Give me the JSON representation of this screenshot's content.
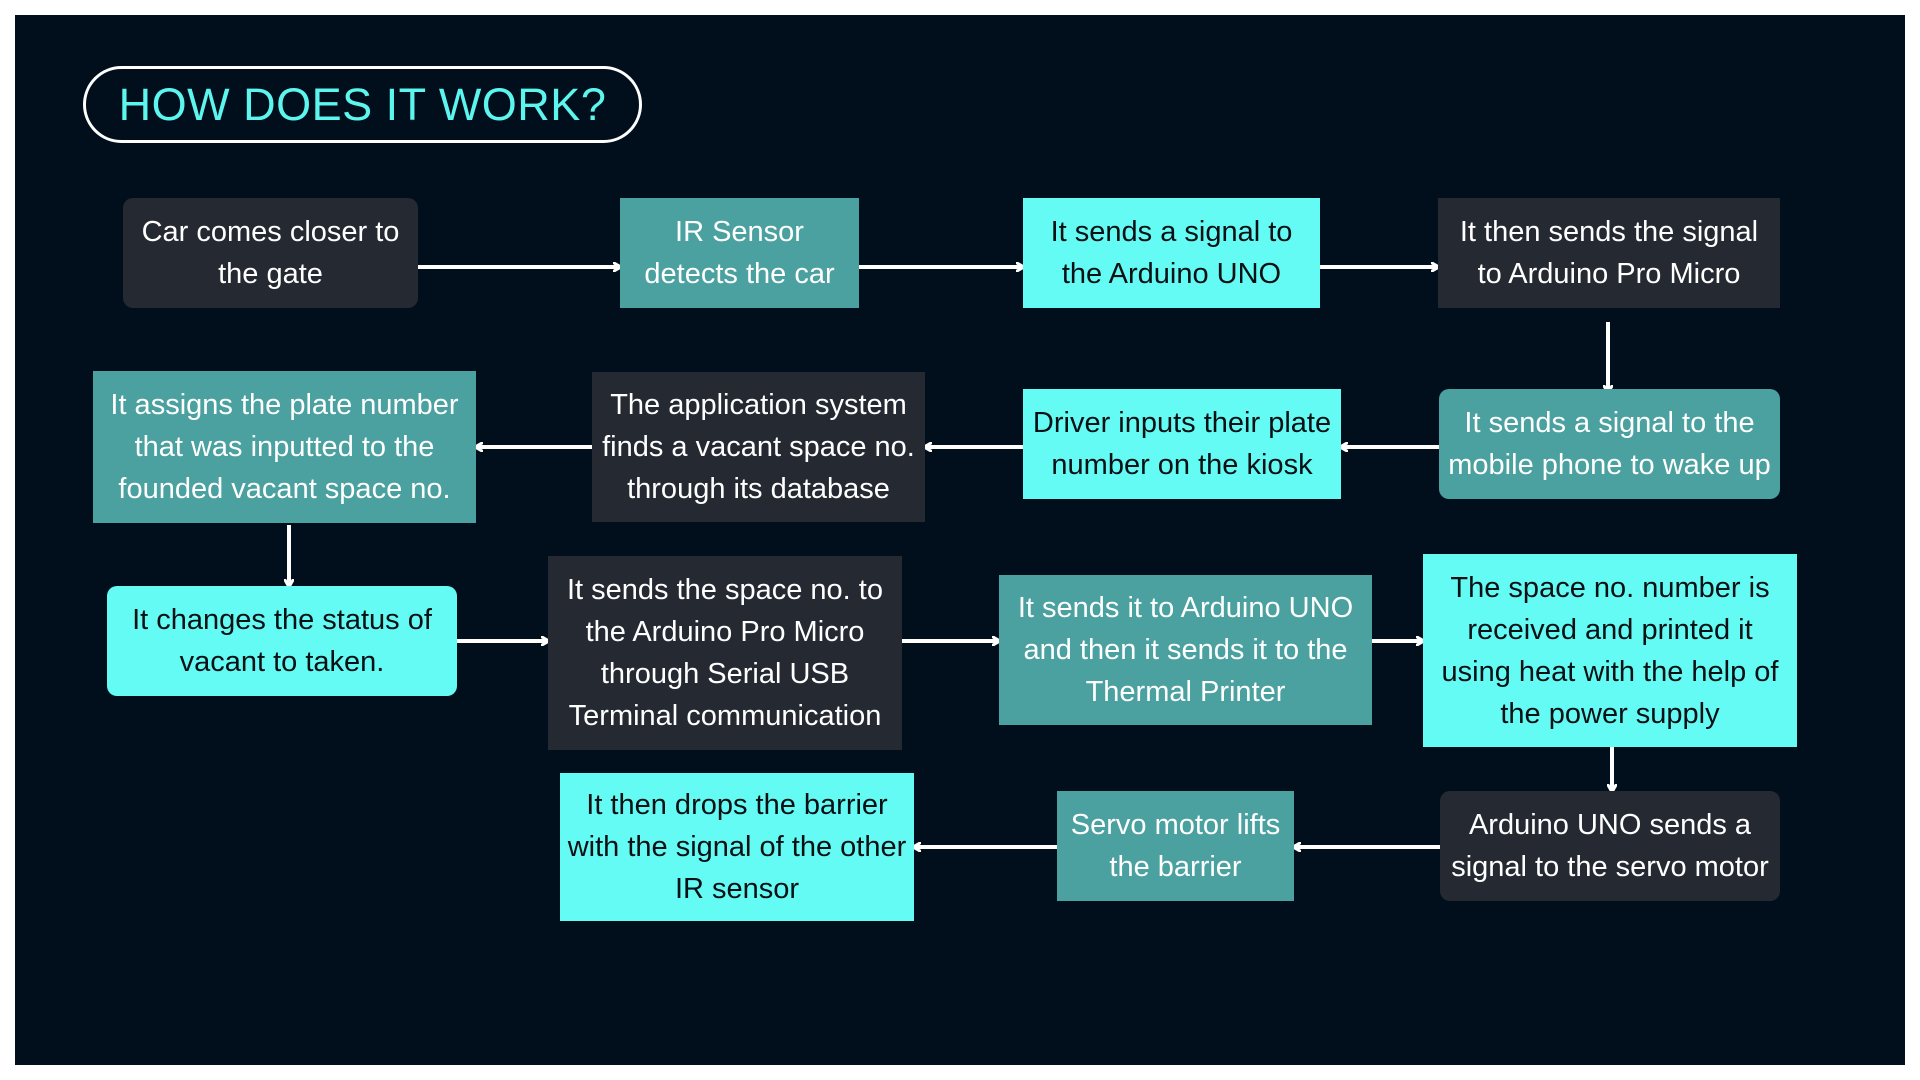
{
  "title": "HOW DOES IT WORK?",
  "colors": {
    "background": "#010f1c",
    "dark_box": "#252932",
    "teal_box": "#4aa19f",
    "cyan_box": "#63fbf3",
    "title_text": "#5cf6ee",
    "arrow": "#ffffff"
  },
  "steps": [
    {
      "id": "car-approaches",
      "text": "Car comes closer to the gate"
    },
    {
      "id": "ir-sensor-detects",
      "text": "IR Sensor detects the car"
    },
    {
      "id": "signal-to-uno",
      "text": "It sends a signal to the Arduino UNO"
    },
    {
      "id": "signal-to-pro-micro",
      "text": "It then sends the signal to Arduino Pro Micro"
    },
    {
      "id": "wake-mobile",
      "text": "It sends a signal to the mobile phone to wake up"
    },
    {
      "id": "driver-inputs-plate",
      "text": "Driver inputs their plate number on the kiosk"
    },
    {
      "id": "find-vacant-space",
      "text": "The application system finds a vacant space no. through its database"
    },
    {
      "id": "assign-plate",
      "text": "It assigns the plate number that was inputted to the founded vacant space no."
    },
    {
      "id": "change-status",
      "text": "It changes the status of vacant to taken."
    },
    {
      "id": "send-to-pro-micro",
      "text": "It sends the space no. to the Arduino Pro Micro through Serial USB Terminal communication"
    },
    {
      "id": "send-to-printer",
      "text": "It sends it to Arduino UNO and then it sends it to the Thermal Printer"
    },
    {
      "id": "print-space-no",
      "text": "The space no. number is received and printed it using heat with the help of the power supply"
    },
    {
      "id": "uno-to-servo",
      "text": "Arduino UNO sends a signal to the servo motor"
    },
    {
      "id": "servo-lifts",
      "text": "Servo motor lifts the barrier"
    },
    {
      "id": "drop-barrier",
      "text": "It then drops the barrier with the signal of the other IR sensor"
    }
  ]
}
